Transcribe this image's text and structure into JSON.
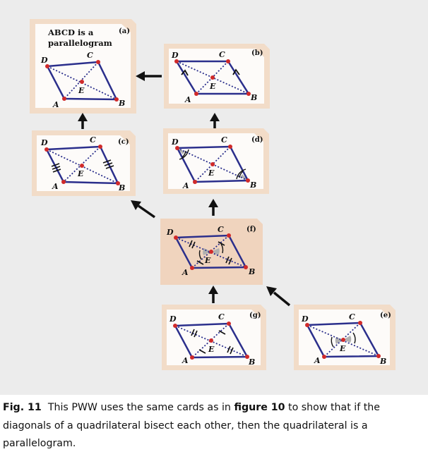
{
  "cards": [
    {
      "id": "a",
      "label": "(a)",
      "title_line1": "ABCD is a",
      "title_line2": "parallelogram"
    },
    {
      "id": "b",
      "label": "(b)"
    },
    {
      "id": "c",
      "label": "(c)"
    },
    {
      "id": "d",
      "label": "(d)"
    },
    {
      "id": "f",
      "label": "(f)"
    },
    {
      "id": "g",
      "label": "(g)"
    },
    {
      "id": "e",
      "label": "(e)"
    }
  ],
  "points": {
    "A": "A",
    "B": "B",
    "C": "C",
    "D": "D",
    "E": "E"
  },
  "caption": {
    "fig_label": "Fig. 11",
    "text_before": "This PWW uses the same cards as in ",
    "fig_ref": "figure 10",
    "text_after": " to show that if the diagonals of a quadrilateral bisect each other, then the quadrilateral is a parallelogram."
  },
  "colors": {
    "card": "#f2dcc8",
    "card_inner": "#fdfbf9",
    "card_f": "#f0d4be",
    "edge": "#2b2f8c",
    "point": "#d02a2a",
    "shade": "#b0b0b0"
  }
}
